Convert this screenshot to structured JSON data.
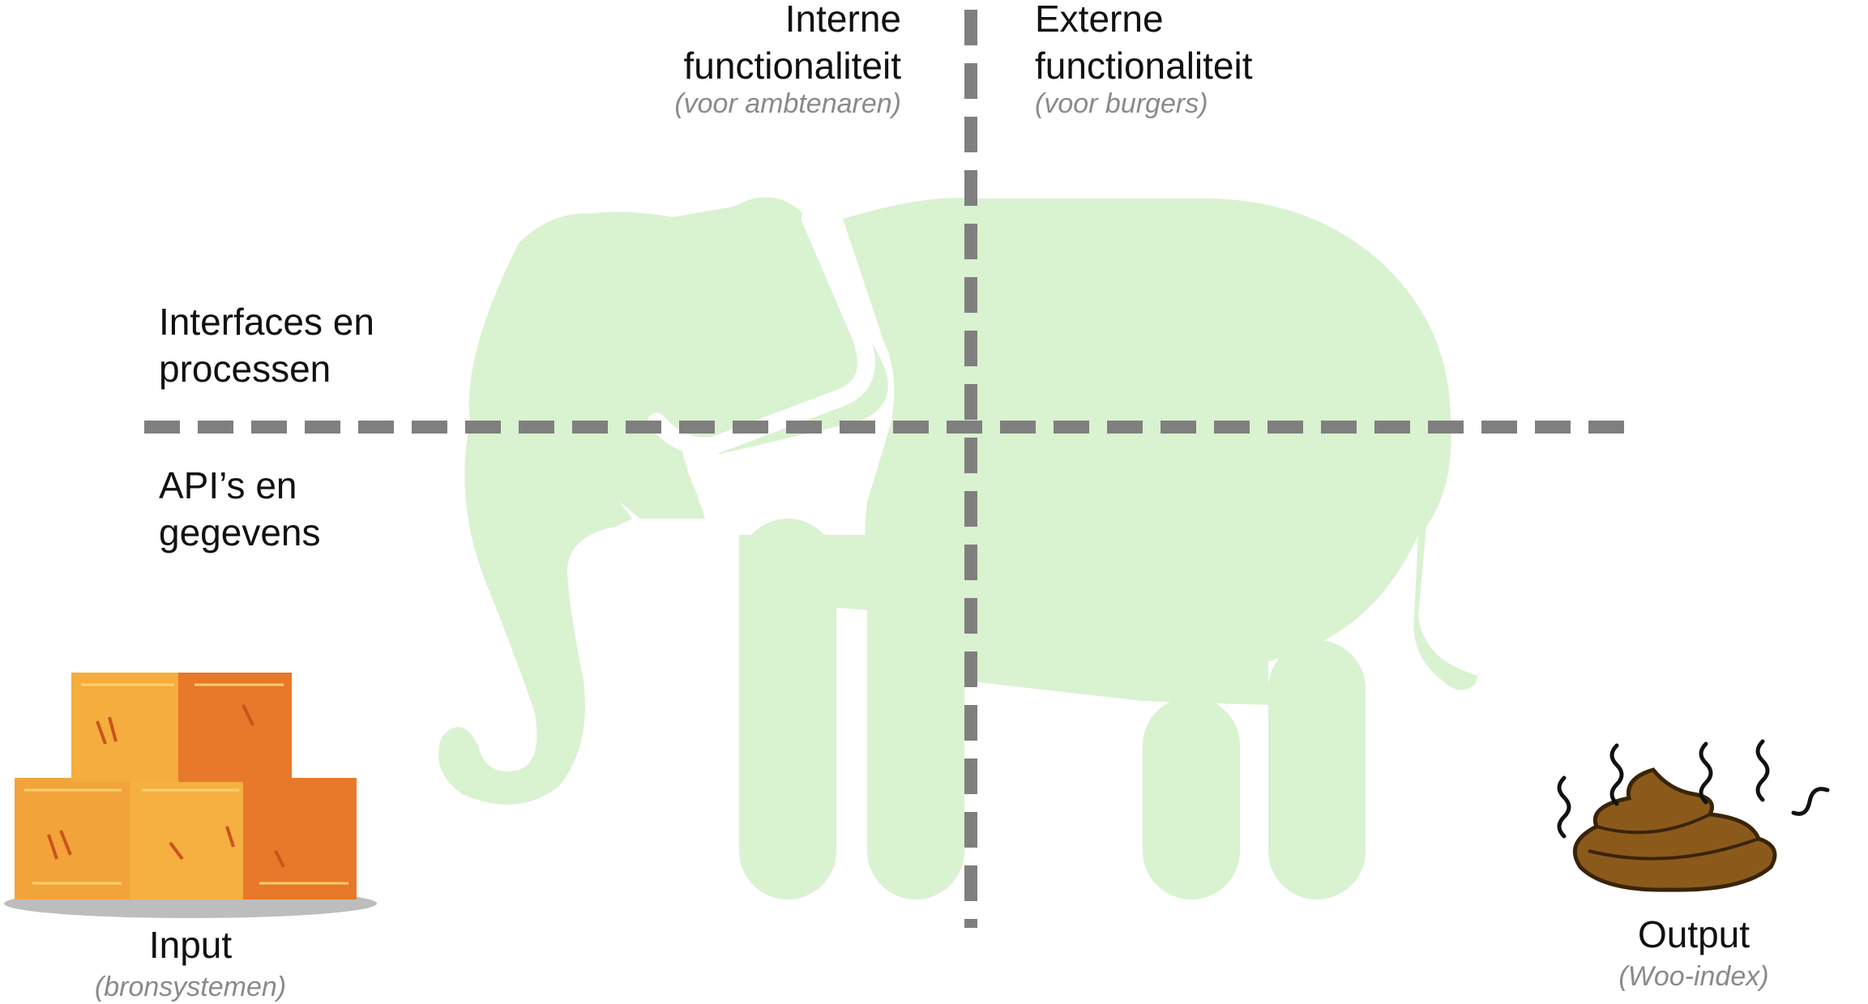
{
  "quadrants": {
    "internal": {
      "title_line1": "Interne",
      "title_line2": "functionaliteit",
      "subtitle": "(voor ambtenaren)"
    },
    "external": {
      "title_line1": "Externe",
      "title_line2": "functionaliteit",
      "subtitle": "(voor burgers)"
    }
  },
  "layers": {
    "upper": {
      "line1": "Interfaces en",
      "line2": "processen"
    },
    "lower": {
      "line1": "API’s en",
      "line2": "gegevens"
    }
  },
  "input": {
    "title": "Input",
    "subtitle": "(bronsystemen)",
    "icon": "hay-bales-icon"
  },
  "output": {
    "title": "Output",
    "subtitle": "(Woo-index)",
    "icon": "poop-icon"
  },
  "center_icon": "elephant-icon",
  "colors": {
    "elephant": "#d9f2d0",
    "divider": "#7f7f7f",
    "hay_light": "#f2a33a",
    "hay_dark": "#e8782a",
    "poop": "#8b5a1b"
  }
}
